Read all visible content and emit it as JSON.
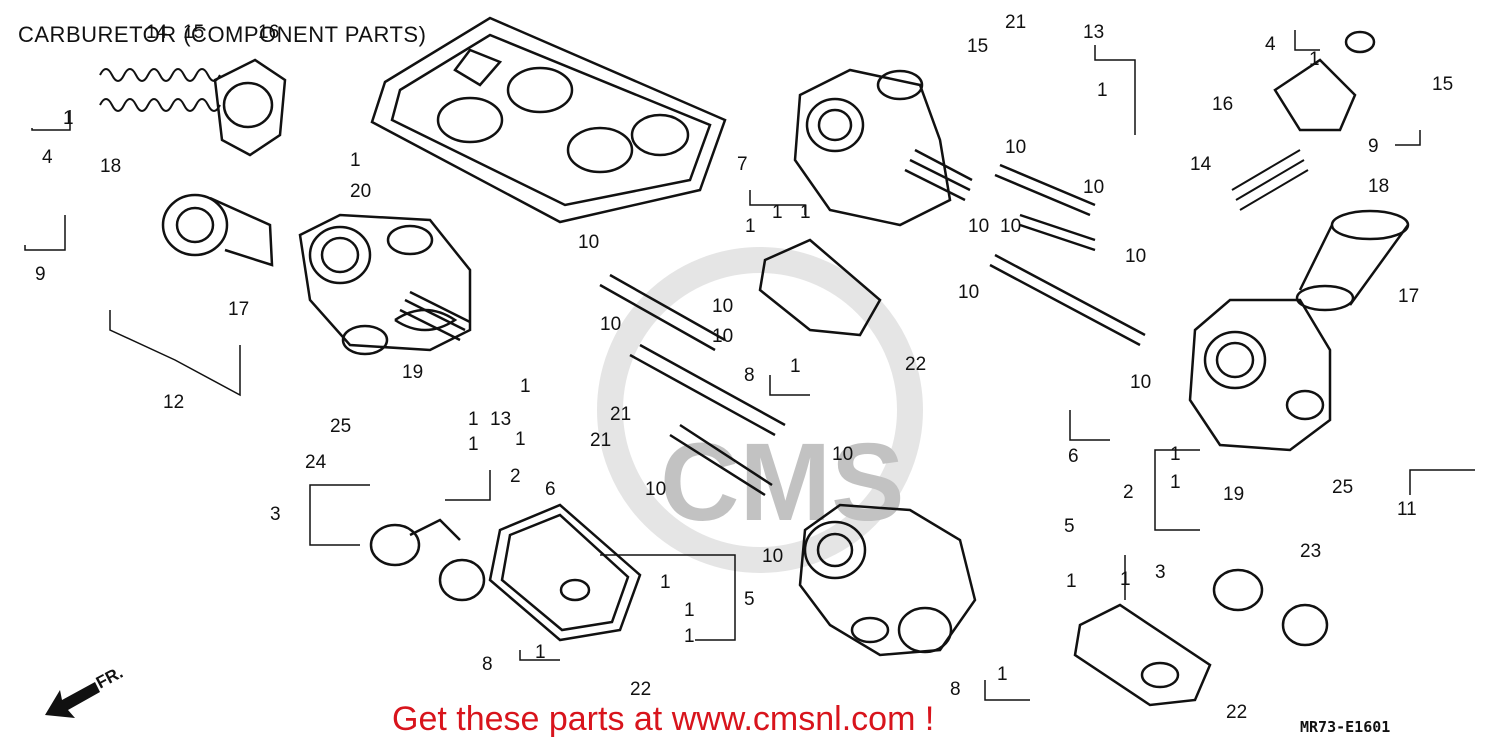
{
  "title": "CARBURETOR (COMPONENT PARTS)",
  "promo": "Get these parts at www.cmsnl.com !",
  "diagram_code": "MR73-E1601",
  "direction_label": "FR.",
  "watermark": "CMS",
  "callouts": {
    "c1": "1",
    "c2": "2",
    "c3": "3",
    "c4": "4",
    "c5": "5",
    "c6": "6",
    "c7": "7",
    "c8": "8",
    "c9": "9",
    "c10": "10",
    "c11": "11",
    "c12": "12",
    "c13": "13",
    "c14": "14",
    "c15": "15",
    "c16": "16",
    "c17": "17",
    "c18": "18",
    "c19": "19",
    "c20": "20",
    "c21": "21",
    "c22": "22",
    "c23": "23",
    "c24": "24",
    "c25": "25"
  },
  "colors": {
    "ink": "#111111",
    "promo": "#d8141c",
    "watermark": "#cccccc"
  }
}
